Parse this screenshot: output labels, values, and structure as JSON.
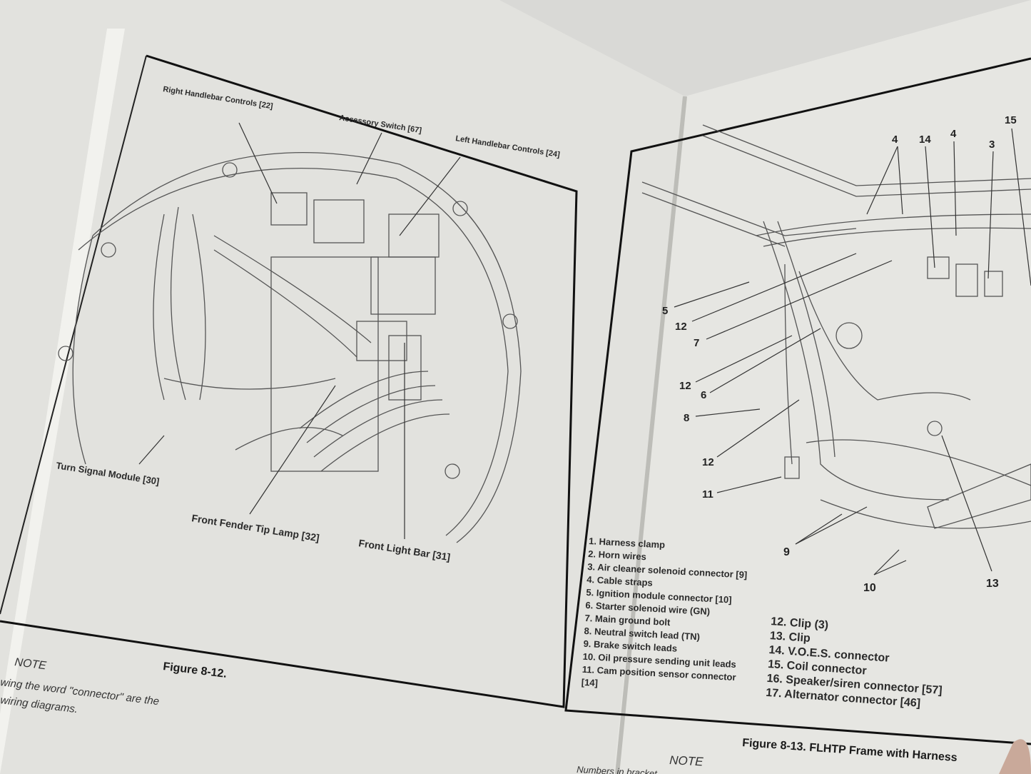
{
  "left_page": {
    "figure_caption": "Figure 8-12.",
    "note_heading": "NOTE",
    "note_lines": [
      "wing the word \"connector\" are the",
      "wiring diagrams."
    ],
    "callouts": [
      "Right Handlebar Controls [22]",
      "Accessory Switch [67]",
      "Left Handlebar Controls [24]",
      "Turn Signal Module [30]",
      "Front Fender Tip Lamp [32]",
      "Front Light Bar [31]"
    ]
  },
  "right_page": {
    "figure_caption": "Figure 8-13. FLHTP Frame with Harness",
    "note_heading": "NOTE",
    "note_text": "Numbers in bracket",
    "callout_numbers": [
      "4",
      "14",
      "4",
      "15",
      "3",
      "5",
      "12",
      "7",
      "12",
      "6",
      "8",
      "12",
      "11",
      "9",
      "10",
      "13"
    ],
    "legend_left": [
      "1. Harness clamp",
      "2. Horn wires",
      "3. Air cleaner solenoid connector [9]",
      "4. Cable straps",
      "5. Ignition module  connector [10]",
      "6. Starter solenoid wire (GN)",
      "7. Main ground bolt",
      "8. Neutral switch lead (TN)",
      "9. Brake switch leads",
      "10. Oil pressure sending unit leads",
      "11. Cam position sensor  connector",
      "[14]"
    ],
    "legend_right": [
      "12. Clip (3)",
      "13. Clip",
      "14. V.O.E.S. connector",
      "15. Coil connector",
      "16. Speaker/siren connector [57]",
      "17. Alternator connector [46]"
    ]
  },
  "colors": {
    "paper": "#e4e4e0",
    "ink": "#222222",
    "background": "#d9d9d6"
  }
}
